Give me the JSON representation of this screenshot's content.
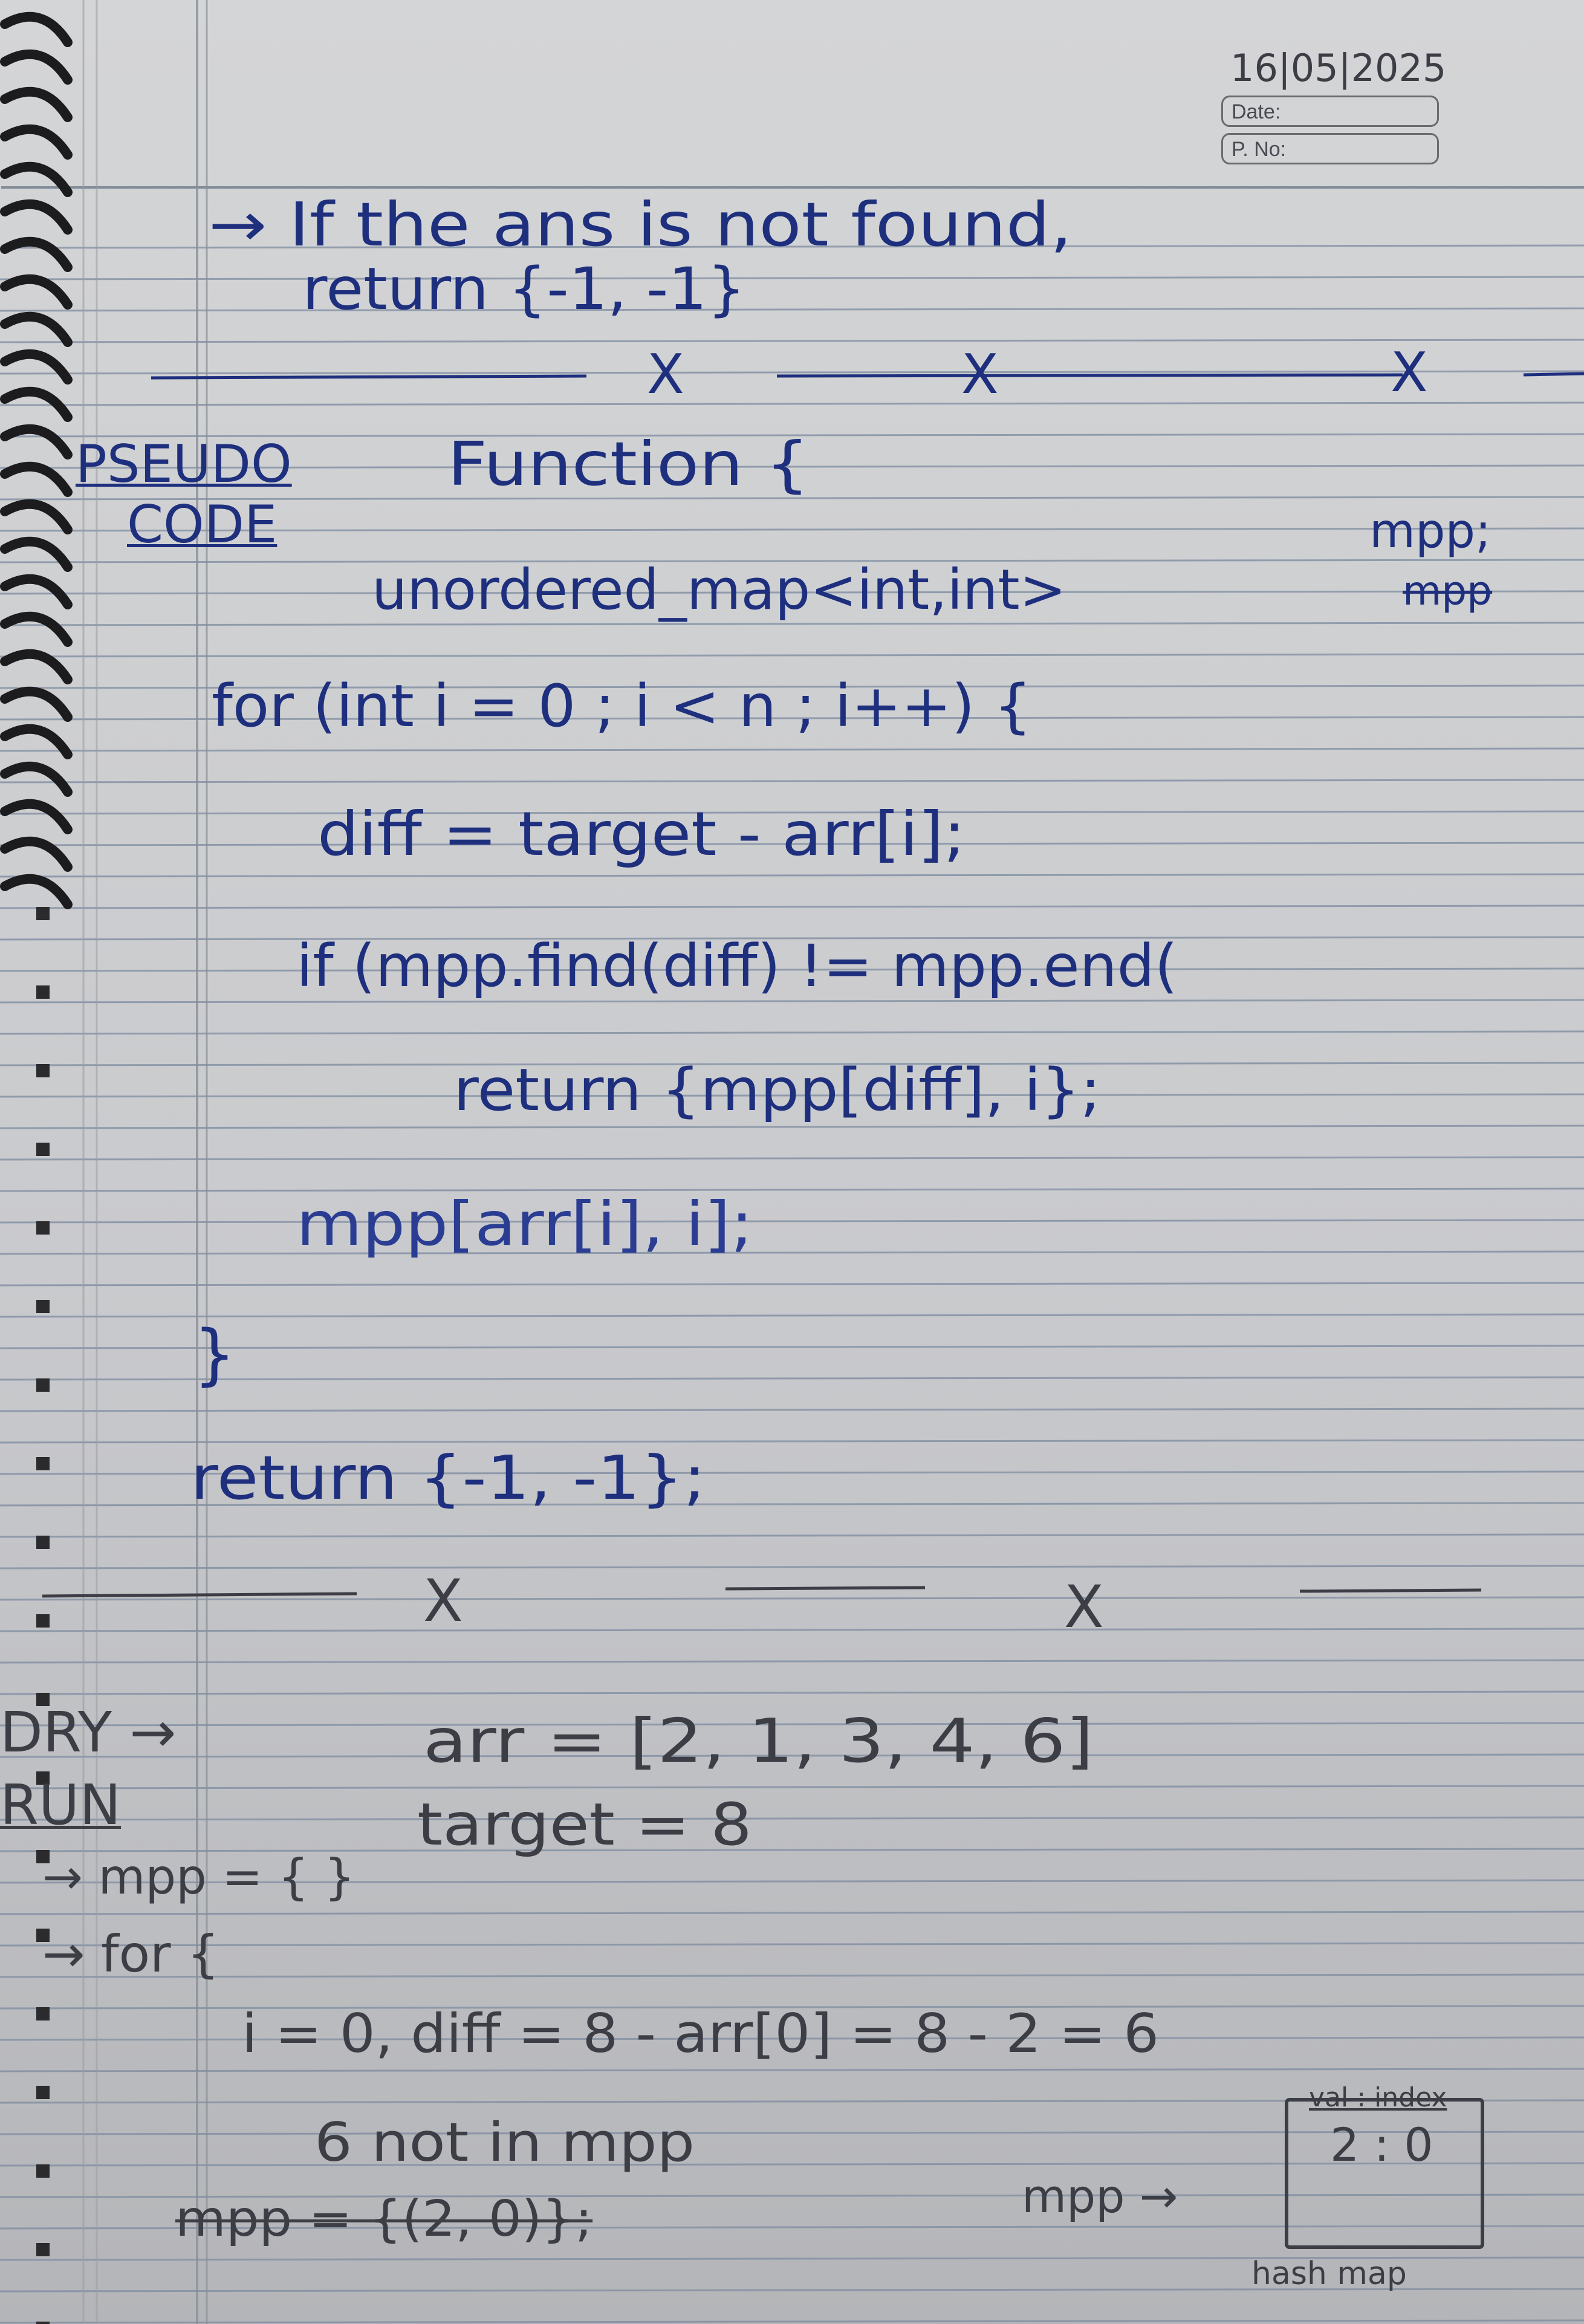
{
  "header": {
    "handwritten_date": "16|05|2025",
    "date_label": "Date:",
    "page_no_label": "P. No:"
  },
  "note": {
    "line1": "→ If the ans is not found,",
    "line2": "return {-1, -1}"
  },
  "separator_mark": "X",
  "pseudo": {
    "label_line1": "PSEUDO",
    "label_line2": "CODE",
    "function_open": "Function {",
    "map_decl": "unordered_map<int,int>",
    "map_var": "mpp;",
    "map_var_struck": "mpp",
    "for_loop": "for (int i = 0 ; i < n ; i++) {",
    "diff_line": "diff = target - arr[i];",
    "if_line": "if (mpp.find(diff) != mpp.end(",
    "return_found": "return {mpp[diff], i};",
    "assign_line": "mpp[arr[i], i];",
    "close_brace": "}",
    "return_not_found": "return {-1, -1};"
  },
  "dry_run": {
    "label_line1": "DRY →",
    "label_line2": "RUN",
    "arr_line": "arr = [2, 1, 3, 4, 6]",
    "target_line": "target = 8",
    "mpp_init": "→ mpp = { }",
    "for_open": "→ for {",
    "step_i0": "i = 0,   diff = 8 - arr[0] = 8 - 2 = 6",
    "not_in_map": "6 not in mpp",
    "mpp_update_struck": "mpp = {(2, 0)};",
    "mpp_arrow": "mpp →",
    "hash_header": "val : index",
    "hash_entry": "2 : 0",
    "hash_caption": "hash map"
  },
  "colors": {
    "paper": "#cfd0d2",
    "rule_line": "#7d8ba0",
    "margin_line": "#8a8f98",
    "ink_blue": "#1e2f7e",
    "ink_pencil": "#3d3d45"
  }
}
